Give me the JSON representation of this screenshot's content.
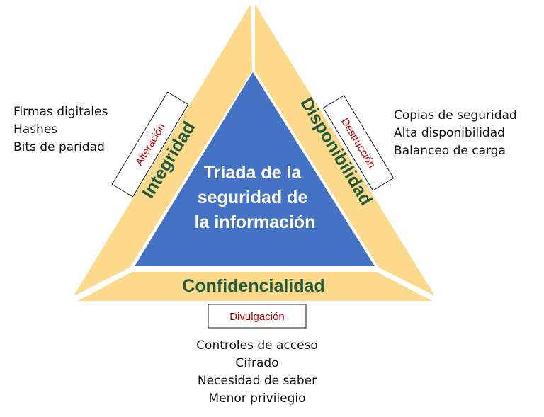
{
  "diagram": {
    "center_title": [
      "Triada de la",
      "seguridad de",
      "la información"
    ],
    "pillars": {
      "integrity": {
        "label": "Integridad",
        "threat": "Alteración",
        "controls": [
          "Firmas digitales",
          "Hashes",
          "Bits de paridad"
        ]
      },
      "availability": {
        "label": "Disponibilidad",
        "threat": "Destrucción",
        "controls": [
          "Copias de seguridad",
          "Alta disponibilidad",
          "Balanceo de carga"
        ]
      },
      "confidentiality": {
        "label": "Confidencialidad",
        "threat": "Divulgación",
        "controls": [
          "Controles de acceso",
          "Cifrado",
          "Necesidad de saber",
          "Menor privilegio"
        ]
      }
    },
    "colors": {
      "outer_band": "#fcd98b",
      "inner_triangle": "#4472c4",
      "pillar_text": "#1e5a3c",
      "threat_text": "#c00000"
    }
  }
}
